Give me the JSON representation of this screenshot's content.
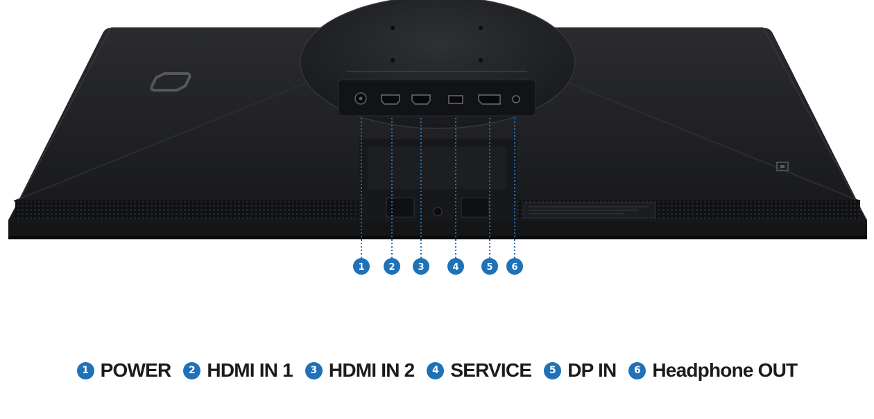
{
  "image_description_free": true,
  "ports": [
    {
      "number": "1",
      "label": "POWER"
    },
    {
      "number": "2",
      "label": "HDMI IN 1"
    },
    {
      "number": "3",
      "label": "HDMI IN 2"
    },
    {
      "number": "4",
      "label": "SERVICE"
    },
    {
      "number": "5",
      "label": "DP IN"
    },
    {
      "number": "6",
      "label": "Headphone OUT"
    }
  ],
  "colors": {
    "accent": "#1f71b8",
    "monitor_body": "#1e1f22",
    "background": "#ffffff",
    "label_text": "#1b1b1b"
  }
}
